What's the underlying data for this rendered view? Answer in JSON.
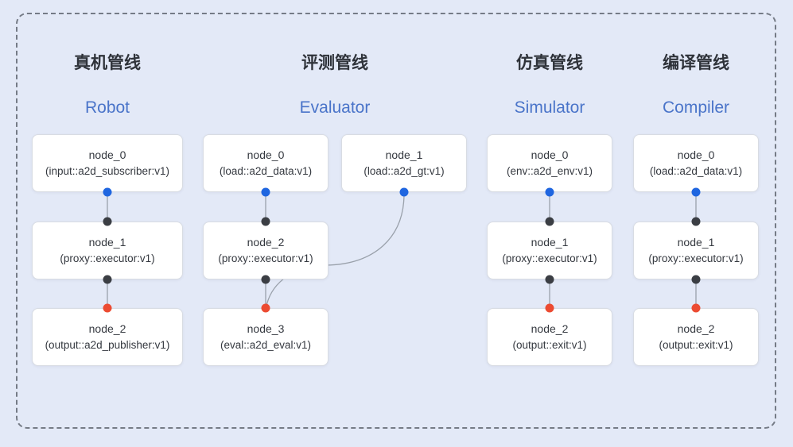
{
  "colors": {
    "background": "#e3e9f7",
    "frame_dash": "#757b86",
    "card_bg": "#ffffff",
    "card_border": "#d8dce3",
    "text_dark": "#34383f",
    "title_dark": "#2f333a",
    "accent_blue": "#4a74c9",
    "dot_blue": "#1f66e0",
    "dot_black": "#3b3e44",
    "dot_red": "#ec4b32",
    "edge": "#9aa1ab"
  },
  "pipelines": [
    {
      "title_zh": "真机管线",
      "title_en": "Robot",
      "nodes": [
        {
          "name": "node_0",
          "type": "(input::a2d_subscriber:v1)"
        },
        {
          "name": "node_1",
          "type": "(proxy::executor:v1)"
        },
        {
          "name": "node_2",
          "type": "(output::a2d_publisher:v1)"
        }
      ]
    },
    {
      "title_zh": "评测管线",
      "title_en": "Evaluator",
      "nodes": [
        {
          "name": "node_0",
          "type": "(load::a2d_data:v1)"
        },
        {
          "name": "node_1",
          "type": "(load::a2d_gt:v1)"
        },
        {
          "name": "node_2",
          "type": "(proxy::executor:v1)"
        },
        {
          "name": "node_3",
          "type": "(eval::a2d_eval:v1)"
        }
      ]
    },
    {
      "title_zh": "仿真管线",
      "title_en": "Simulator",
      "nodes": [
        {
          "name": "node_0",
          "type": "(env::a2d_env:v1)"
        },
        {
          "name": "node_1",
          "type": "(proxy::executor:v1)"
        },
        {
          "name": "node_2",
          "type": "(output::exit:v1)"
        }
      ]
    },
    {
      "title_zh": "编译管线",
      "title_en": "Compiler",
      "nodes": [
        {
          "name": "node_0",
          "type": "(load::a2d_data:v1)"
        },
        {
          "name": "node_1",
          "type": "(proxy::executor:v1)"
        },
        {
          "name": "node_2",
          "type": "(output::exit:v1)"
        }
      ]
    }
  ]
}
